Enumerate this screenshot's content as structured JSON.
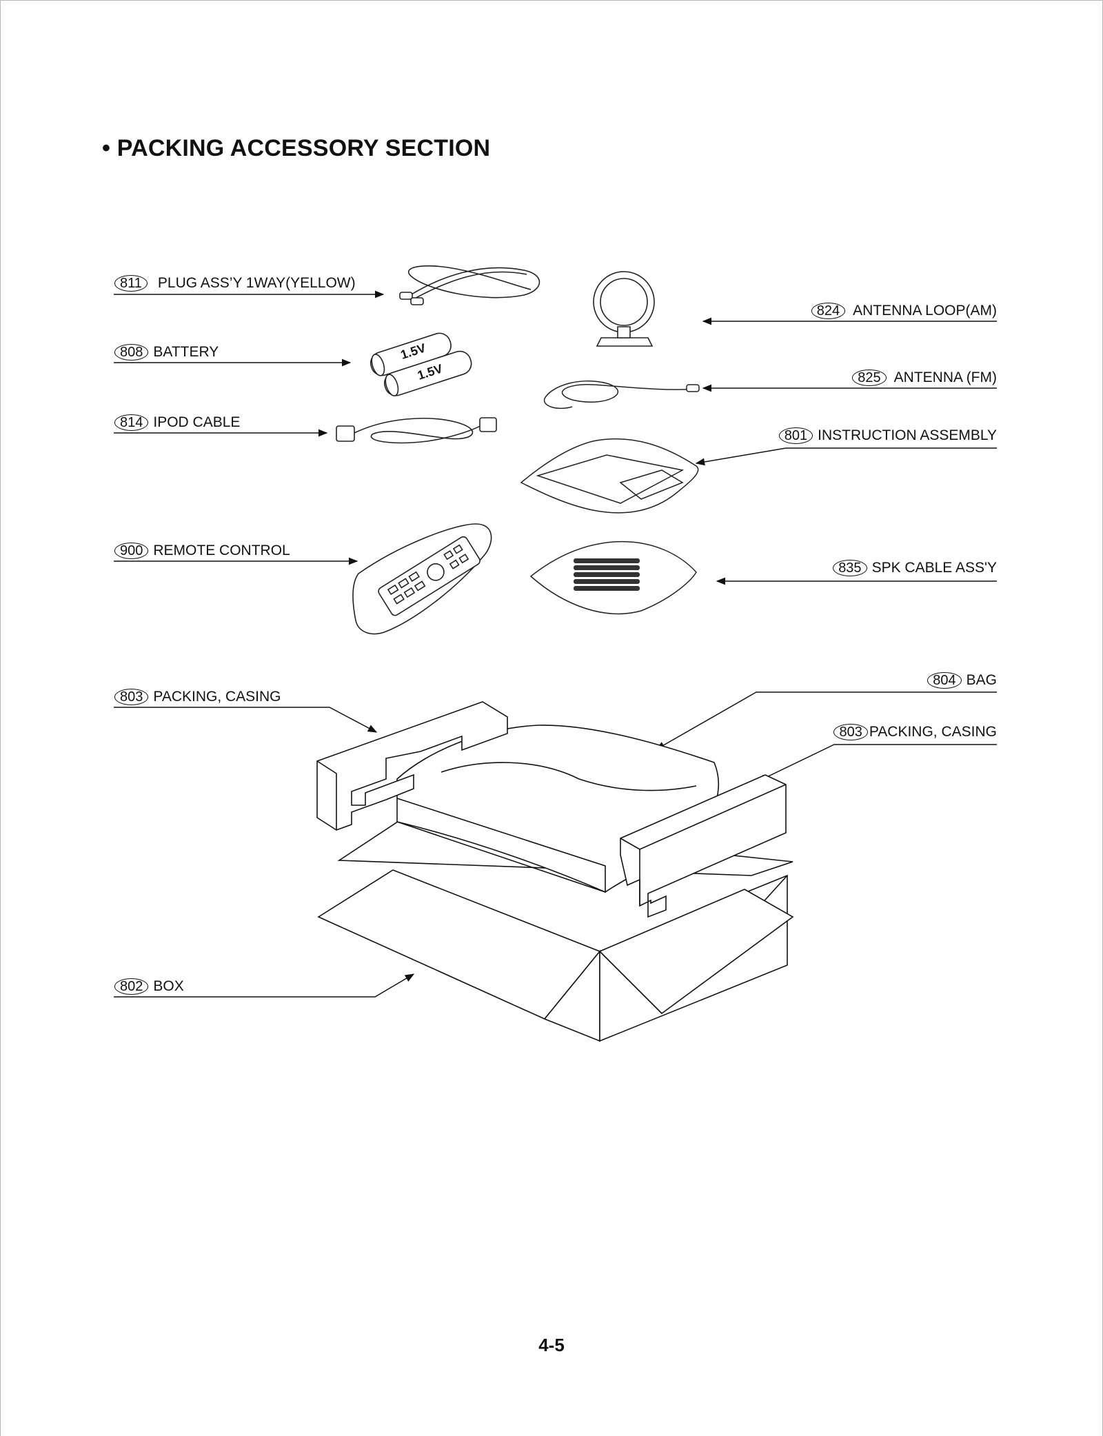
{
  "title": "• PACKING ACCESSORY SECTION",
  "page_number": "4-5",
  "callouts": [
    {
      "id": "plug",
      "number": "811",
      "label": "PLUG ASS’Y 1WAY(YELLOW)"
    },
    {
      "id": "battery",
      "number": "808",
      "label": "BATTERY"
    },
    {
      "id": "ipod",
      "number": "814",
      "label": "IPOD CABLE"
    },
    {
      "id": "remote",
      "number": "900",
      "label": "REMOTE CONTROL"
    },
    {
      "id": "packing_left",
      "number": "803",
      "label": "PACKING, CASING"
    },
    {
      "id": "box",
      "number": "802",
      "label": "BOX"
    },
    {
      "id": "antenna_am",
      "number": "824",
      "label": "ANTENNA LOOP(AM)"
    },
    {
      "id": "antenna_fm",
      "number": "825",
      "label": "ANTENNA (FM)"
    },
    {
      "id": "instruction",
      "number": "801",
      "label": "INSTRUCTION ASSEMBLY"
    },
    {
      "id": "spk",
      "number": "835",
      "label": "SPK CABLE ASS'Y"
    },
    {
      "id": "bag",
      "number": "804",
      "label": "BAG"
    },
    {
      "id": "packing_right",
      "number": "803",
      "label": "PACKING, CASING"
    }
  ],
  "battery_marking": "1.5V"
}
